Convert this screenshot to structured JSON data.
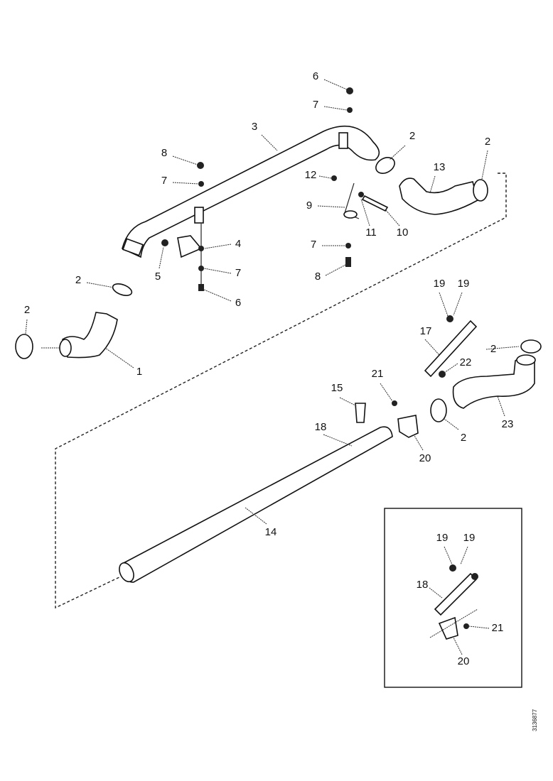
{
  "diagram": {
    "labels": [
      "6",
      "7",
      "3",
      "8",
      "7",
      "2",
      "13",
      "2",
      "12",
      "9",
      "11",
      "10",
      "4",
      "5",
      "7",
      "8",
      "7",
      "6",
      "2",
      "2",
      "1",
      "19",
      "19",
      "17",
      "2",
      "22",
      "21",
      "15",
      "18",
      "20",
      "2",
      "23",
      "14"
    ],
    "inset_labels": [
      "19",
      "19",
      "18",
      "21",
      "20"
    ],
    "document_id": "3136877"
  }
}
